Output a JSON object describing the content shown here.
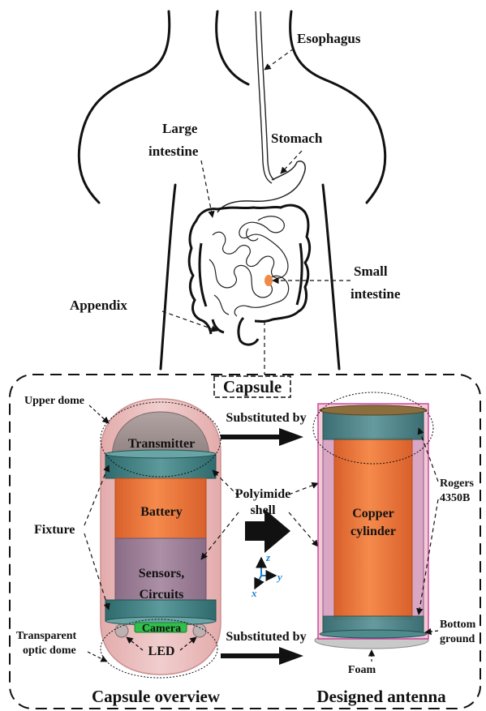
{
  "anatomy": {
    "esophagus": "Esophagus",
    "stomach": "Stomach",
    "large_intestine": [
      "Large",
      "intestine"
    ],
    "small_intestine": [
      "Small",
      "intestine"
    ],
    "appendix": "Appendix"
  },
  "capsule_box": {
    "title": "Capsule"
  },
  "capsule": {
    "upper_dome": "Upper dome",
    "transmitter": "Transmitter",
    "battery": "Battery",
    "sensors": [
      "Sensors,",
      "Circuits"
    ],
    "camera": "Camera",
    "led": "LED",
    "fixture": "Fixture",
    "transparent_optic_dome": [
      "Transparent",
      "optic dome"
    ],
    "caption": "Capsule overview"
  },
  "center": {
    "substituted_top": "Substituted by",
    "substituted_bottom": "Substituted by",
    "polyimide": [
      "Polyimide",
      "shell"
    ],
    "axes": {
      "z": "z",
      "y": "y",
      "x": "x"
    }
  },
  "antenna": {
    "copper": [
      "Copper",
      "cylinder"
    ],
    "rogers": [
      "Rogers",
      "4350B"
    ],
    "bottom_ground": [
      "Bottom",
      "ground"
    ],
    "foam": "Foam",
    "caption": "Designed antenna"
  },
  "colors": {
    "orange": "#f07a3c",
    "dome_pink": "#e7b0b0",
    "sensor_purple": "#9c7f96",
    "teal_ring": "#3f7d80",
    "camera_green": "#2fbf4a",
    "axis_blue": "#1a7fd0",
    "appendix_orange": "#f08a48",
    "magenta_edge": "#c8369a"
  },
  "icons": [
    "arrow-right-icon",
    "big-arrow-right-icon",
    "axis-icon"
  ]
}
